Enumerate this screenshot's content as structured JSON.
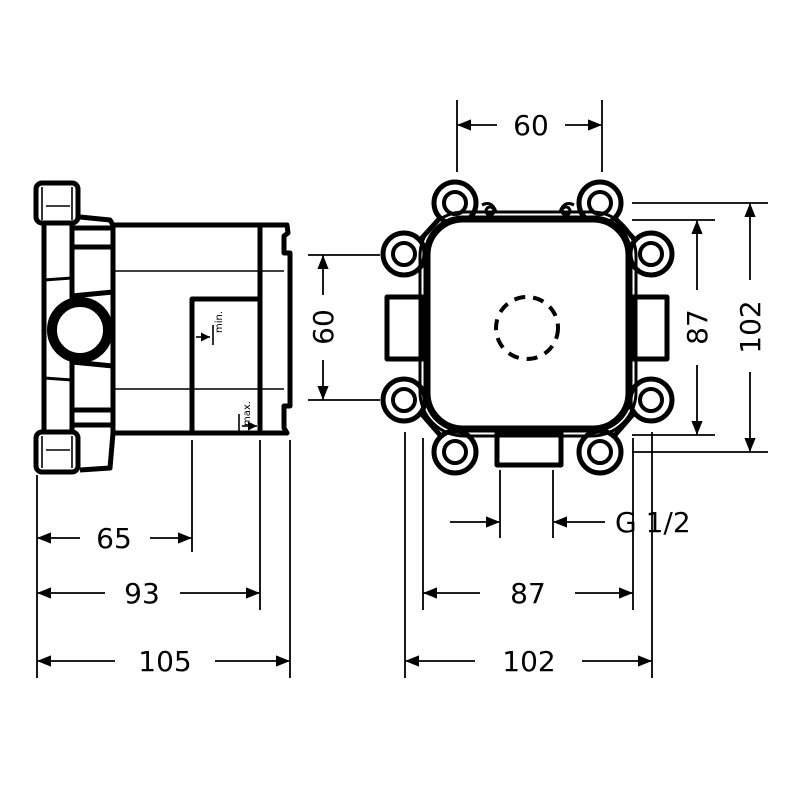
{
  "side_view": {
    "labels": {
      "min": "min.",
      "max": "max."
    },
    "dimensions": {
      "d65": "65",
      "d93": "93",
      "d105": "105"
    }
  },
  "front_view": {
    "dimensions": {
      "top_width": "60",
      "left_height": "60",
      "right_height_inner": "87",
      "right_height_outer": "102",
      "thread": "G 1/2",
      "bottom_inner": "87",
      "bottom_outer": "102"
    }
  }
}
